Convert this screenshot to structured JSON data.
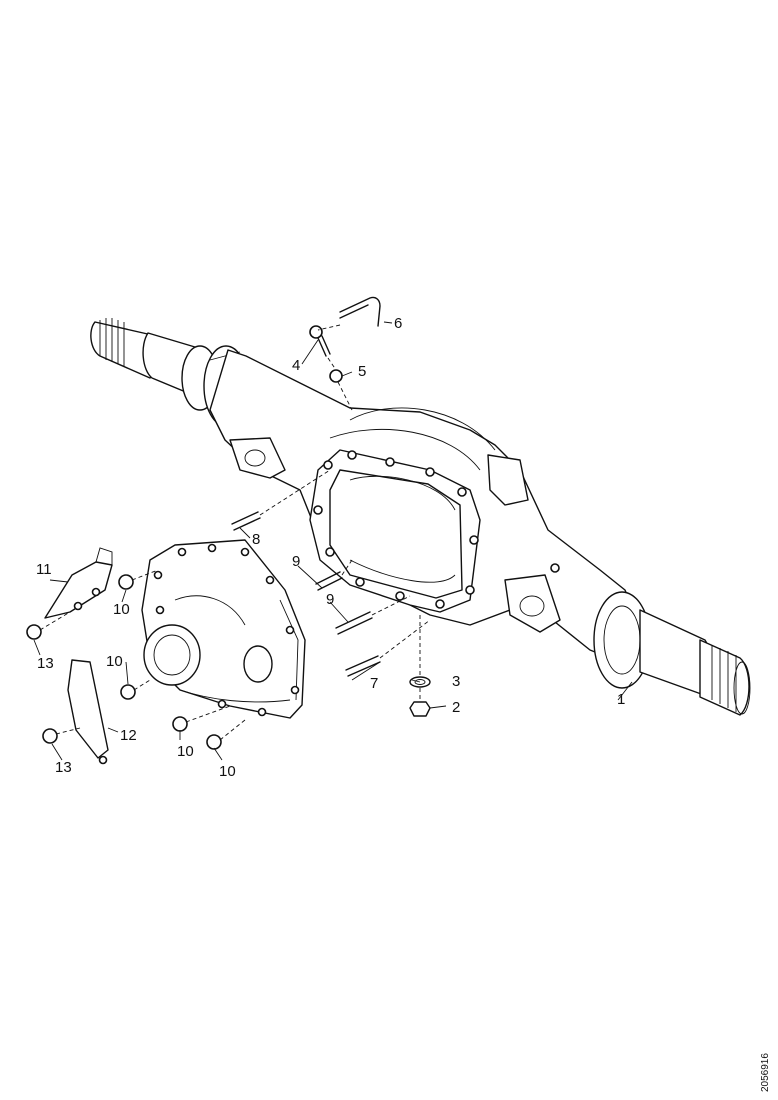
{
  "figure": {
    "reference_code": "2056916",
    "callouts": [
      "1",
      "2",
      "3",
      "4",
      "5",
      "6",
      "7",
      "8",
      "9",
      "9",
      "10",
      "10",
      "10",
      "10",
      "11",
      "12",
      "13",
      "13"
    ]
  }
}
